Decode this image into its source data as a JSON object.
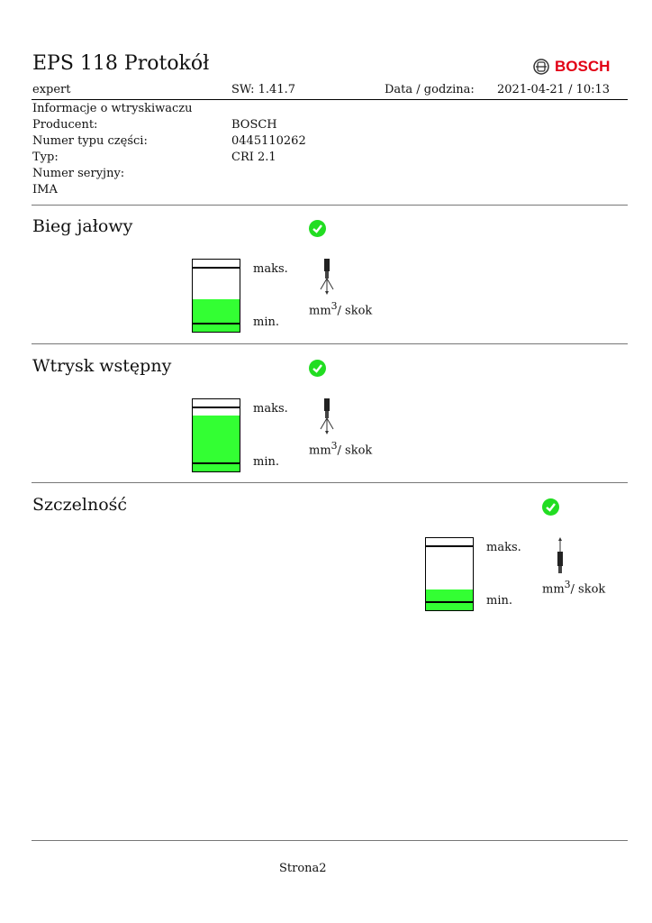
{
  "header": {
    "title": "EPS 118 Protokół",
    "brand": "BOSCH",
    "mode": "expert",
    "sw": "SW: 1.41.7",
    "date_label": "Data / godzina:",
    "date_value": "2021-04-21 / 10:13"
  },
  "info": {
    "heading": "Informacje o wtryskiwaczu",
    "rows": [
      {
        "label": "Producent:",
        "value": "BOSCH"
      },
      {
        "label": "Numer typu części:",
        "value": "0445110262"
      },
      {
        "label": "Typ:",
        "value": "CRI 2.1"
      },
      {
        "label": "Numer seryjny:",
        "value": ""
      },
      {
        "label": "IMA",
        "value": ""
      }
    ]
  },
  "sections": [
    {
      "title": "Bieg jałowy",
      "status": "ok",
      "fill": 0.45,
      "max": "maks.",
      "min": "min.",
      "unit": "mm",
      "unit_sup": "3",
      "unit_rest": "/ skok",
      "icon": "injector-spray-icon"
    },
    {
      "title": "Wtrysk wstępny",
      "status": "ok",
      "fill": 0.78,
      "max": "maks.",
      "min": "min.",
      "unit": "mm",
      "unit_sup": "3",
      "unit_rest": "/ skok",
      "icon": "injector-spray-icon"
    },
    {
      "title": "Szczelność",
      "status": "ok",
      "fill": 0.29,
      "max": "maks.",
      "min": "min.",
      "unit": "mm",
      "unit_sup": "3",
      "unit_rest": "/ skok",
      "icon": "injector-leak-icon"
    }
  ],
  "footer": {
    "page": "Strona2"
  },
  "colors": {
    "ok": "#22dd22",
    "fill": "#33ff33",
    "brand": "#e20015"
  }
}
